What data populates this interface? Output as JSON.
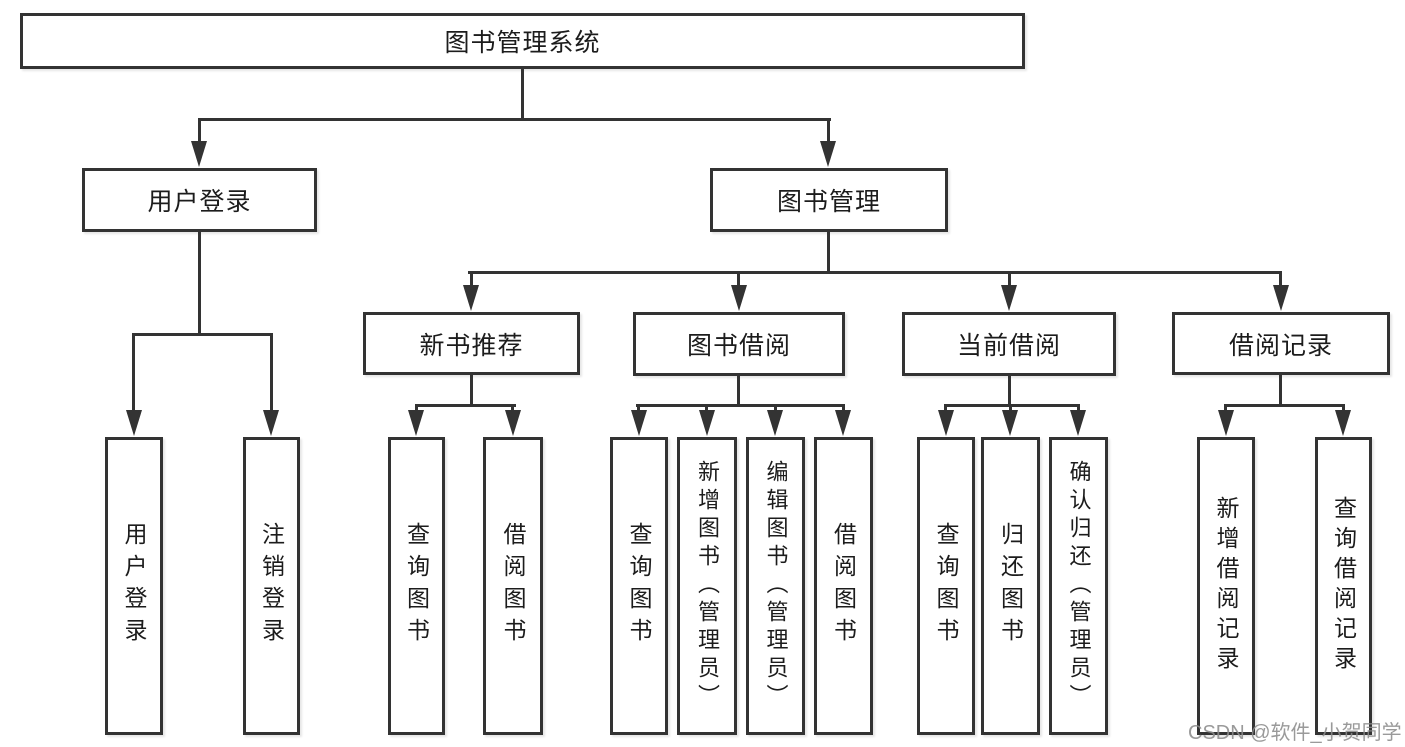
{
  "nodes": {
    "root": "图书管理系统",
    "level2": {
      "user_login": "用户登录",
      "book_management": "图书管理"
    },
    "level3": {
      "new_book_recommend": "新书推荐",
      "book_borrowing": "图书借阅",
      "current_borrowing": "当前借阅",
      "borrowing_records": "借阅记录"
    },
    "level4": [
      "用户登录",
      "注销登录",
      "查询图书",
      "借阅图书",
      "查询图书",
      "新增图书（管理员）",
      "编辑图书（管理员）",
      "借阅图书",
      "查询图书",
      "归还图书",
      "确认归还（管理员）",
      "新增借阅记录",
      "查询借阅记录"
    ]
  },
  "watermark": "CSDN @软件_小贺同学",
  "colors": {
    "line": "#333333",
    "text": "#1c1c1c",
    "watermark": "#8f8f8f",
    "background": "#ffffff"
  }
}
